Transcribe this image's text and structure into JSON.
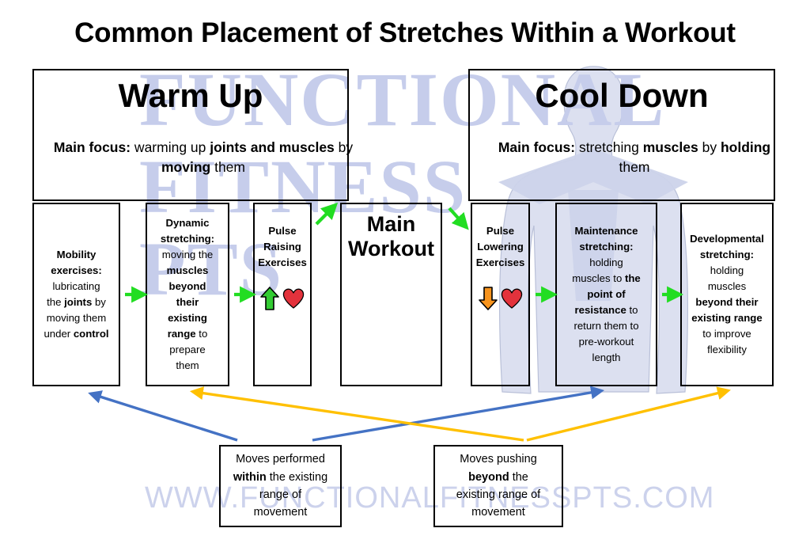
{
  "title": "Common Placement of Stretches Within a Workout",
  "watermark": {
    "line1": "FUNCTIONAL",
    "line2": "FITNESS",
    "line3": "PTS",
    "url": "WWW.FUNCTIONALFITNESSPTS.COM",
    "color": "#c6cdeb",
    "silhouette": "human-body-silhouette"
  },
  "sections": {
    "warmup": {
      "heading": "Warm Up",
      "focus_label": "Main focus:",
      "focus_text_a": " warming up ",
      "focus_bold_a": "joints and muscles",
      "focus_text_b": " by ",
      "focus_bold_b": "moving",
      "focus_text_c": " them",
      "focus_full": "Main focus: warming up joints and muscles by moving them"
    },
    "cooldown": {
      "heading": "Cool Down",
      "focus_label": "Main focus:",
      "focus_full": "Main focus: stretching muscles by holding them"
    }
  },
  "steps": [
    {
      "id": "mobility",
      "title": "Mobility exercises:",
      "body": "lubricating the joints by moving them under control",
      "bold_terms": [
        "Mobility exercises:",
        "joints",
        "control"
      ]
    },
    {
      "id": "dynamic",
      "title": "Dynamic stretching:",
      "body": "moving the muscles beyond their existing range to prepare them",
      "bold_terms": [
        "Dynamic stretching:",
        "muscles beyond their existing range"
      ]
    },
    {
      "id": "pulse-raising",
      "title": "Pulse Raising Exercises",
      "body": "",
      "icons": [
        "green-up-arrow-icon",
        "red-heart-icon"
      ]
    },
    {
      "id": "main-workout",
      "title": "Main Workout",
      "body": ""
    },
    {
      "id": "pulse-lowering",
      "title": "Pulse Lowering Exercises",
      "body": "",
      "icons": [
        "orange-down-arrow-icon",
        "red-heart-icon"
      ]
    },
    {
      "id": "maintenance",
      "title": "Maintenance stretching:",
      "body": "holding muscles to the point of resistance to return them to pre-workout length",
      "bold_terms": [
        "Maintenance stretching:",
        "the point of resistance"
      ]
    },
    {
      "id": "developmental",
      "title": "Developmental stretching:",
      "body": "holding muscles beyond their existing range to improve flexibility",
      "bold_terms": [
        "Developmental stretching:",
        "beyond their existing range"
      ]
    }
  ],
  "step_text": {
    "mobility_title_l1": "Mobility",
    "mobility_title_l2": "exercises:",
    "mobility_l3": "lubricating",
    "mobility_l4a": "the ",
    "mobility_l4b": "joints",
    "mobility_l4c": " by",
    "mobility_l5": "moving them",
    "mobility_l6a": "under ",
    "mobility_l6b": "control",
    "dynamic_title_l1": "Dynamic",
    "dynamic_title_l2": "stretching:",
    "dynamic_l3": "moving the",
    "dynamic_l4": "muscles",
    "dynamic_l5": "beyond",
    "dynamic_l6": "their",
    "dynamic_l7": "existing",
    "dynamic_l8a": "range",
    "dynamic_l8b": " to",
    "dynamic_l9": "prepare",
    "dynamic_l10": "them",
    "pulse_raise_l1": "Pulse",
    "pulse_raise_l2": "Raising",
    "pulse_raise_l3": "Exercises",
    "main_l1": "Main",
    "main_l2": "Workout",
    "pulse_lower_l1": "Pulse",
    "pulse_lower_l2": "Lowering",
    "pulse_lower_l3": "Exercises",
    "maint_title_l1": "Maintenance",
    "maint_title_l2": "stretching:",
    "maint_l3": "holding",
    "maint_l4a": "muscles to ",
    "maint_l4b": "the",
    "maint_l5": "point of",
    "maint_l6a": "resistance",
    "maint_l6b": " to",
    "maint_l7": "return them to",
    "maint_l8": "pre-workout",
    "maint_l9": "length",
    "dev_title_l1": "Developmental",
    "dev_title_l2": "stretching:",
    "dev_l3": "holding",
    "dev_l4": "muscles",
    "dev_l5": "beyond their",
    "dev_l6": "existing range",
    "dev_l7": "to improve",
    "dev_l8": "flexibility"
  },
  "captions": {
    "within": {
      "l1": "Moves performed",
      "l2a": "within",
      "l2b": " the existing",
      "l3": "range of",
      "l4": "movement",
      "full": "Moves performed within the existing range of movement"
    },
    "beyond": {
      "l1": "Moves pushing",
      "l2a": "beyond",
      "l2b": " the",
      "l3": "existing range of",
      "l4": "movement",
      "full": "Moves pushing beyond the existing range of movement"
    }
  },
  "flow_arrows": {
    "color": "#22DD22",
    "labels": [
      "mobility-to-dynamic",
      "dynamic-to-pulse-raising",
      "pulse-raising-to-main-workout",
      "main-workout-to-pulse-lowering",
      "pulse-lowering-to-maintenance",
      "maintenance-to-developmental"
    ]
  },
  "link_arrows": {
    "within_color": "#4472C4",
    "beyond_color": "#FFC000",
    "links": [
      {
        "from": "within-caption",
        "to": "mobility",
        "color": "#4472C4"
      },
      {
        "from": "within-caption",
        "to": "maintenance",
        "color": "#4472C4"
      },
      {
        "from": "beyond-caption",
        "to": "dynamic",
        "color": "#FFC000"
      },
      {
        "from": "beyond-caption",
        "to": "developmental",
        "color": "#FFC000"
      }
    ]
  },
  "icon_colors": {
    "green_arrow": "#33CC33",
    "orange_arrow": "#F7941E",
    "heart": "#E3323C"
  }
}
